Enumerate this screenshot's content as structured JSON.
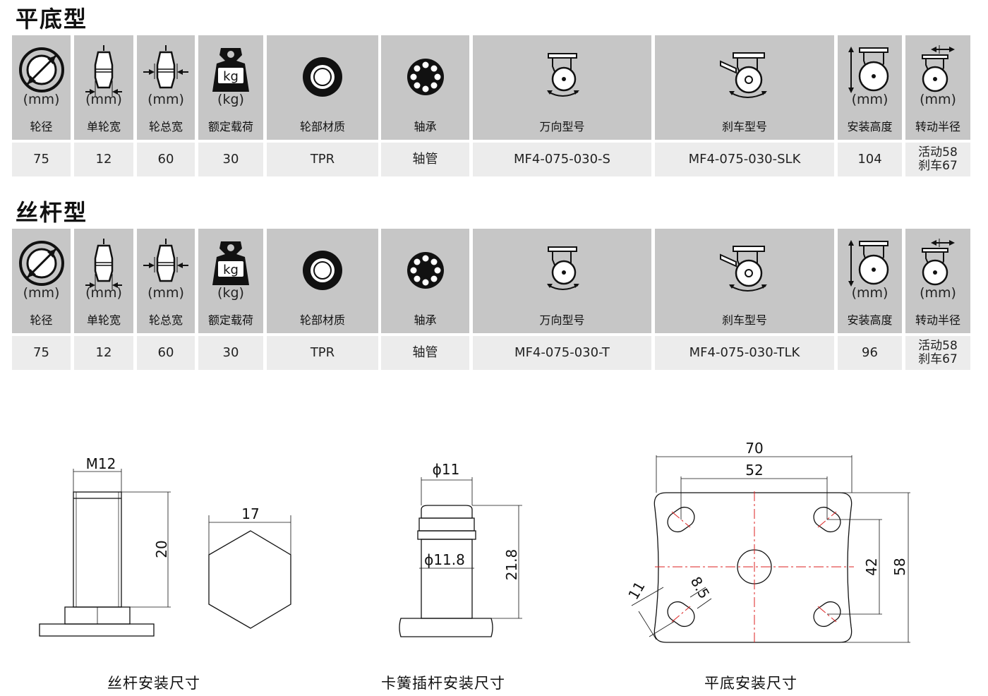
{
  "sections": [
    {
      "title": "平底型",
      "headers": [
        {
          "unit": "(mm)",
          "label": "轮径",
          "icon": "wheel-diameter-icon"
        },
        {
          "unit": "(mm)",
          "label": "单轮宽",
          "icon": "wheel-width-icon"
        },
        {
          "unit": "(mm)",
          "label": "轮总宽",
          "icon": "total-width-icon"
        },
        {
          "unit": "(kg)",
          "label": "额定载荷",
          "icon": "load-weight-icon"
        },
        {
          "label": "轮部材质",
          "icon": "wheel-material-icon"
        },
        {
          "label": "轴承",
          "icon": "bearing-icon"
        },
        {
          "label": "万向型号",
          "icon": "swivel-caster-icon"
        },
        {
          "label": "刹车型号",
          "icon": "brake-caster-icon"
        },
        {
          "unit": "(mm)",
          "label": "安装高度",
          "icon": "mounting-height-icon"
        },
        {
          "unit": "(mm)",
          "label": "转动半径",
          "icon": "swivel-radius-icon"
        }
      ],
      "values": [
        "75",
        "12",
        "60",
        "30",
        "TPR",
        "轴管",
        "MF4-075-030-S",
        "MF4-075-030-SLK",
        "104"
      ],
      "radius": {
        "swivel": "活动58",
        "brake": "刹车67"
      }
    },
    {
      "title": "丝杆型",
      "headers": [
        {
          "unit": "(mm)",
          "label": "轮径",
          "icon": "wheel-diameter-icon"
        },
        {
          "unit": "(mm)",
          "label": "单轮宽",
          "icon": "wheel-width-icon"
        },
        {
          "unit": "(mm)",
          "label": "轮总宽",
          "icon": "total-width-icon"
        },
        {
          "unit": "(kg)",
          "label": "额定载荷",
          "icon": "load-weight-icon"
        },
        {
          "label": "轮部材质",
          "icon": "wheel-material-icon"
        },
        {
          "label": "轴承",
          "icon": "bearing-icon"
        },
        {
          "label": "万向型号",
          "icon": "swivel-caster-icon"
        },
        {
          "label": "刹车型号",
          "icon": "brake-caster-icon"
        },
        {
          "unit": "(mm)",
          "label": "安装高度",
          "icon": "mounting-height-icon"
        },
        {
          "unit": "(mm)",
          "label": "转动半径",
          "icon": "swivel-radius-icon"
        }
      ],
      "values": [
        "75",
        "12",
        "60",
        "30",
        "TPR",
        "轴管",
        "MF4-075-030-T",
        "MF4-075-030-TLK",
        "96"
      ],
      "radius": {
        "swivel": "活动58",
        "brake": "刹车67"
      }
    }
  ],
  "icon_badge": "kg",
  "drawings": {
    "threaded": {
      "caption": "丝杆安装尺寸",
      "thread": "M12",
      "length": "20",
      "hex": "17"
    },
    "clip": {
      "caption": "卡簧插杆安装尺寸",
      "top_dia": "ϕ11",
      "mid_dia": "ϕ11.8",
      "height": "21.8"
    },
    "plate": {
      "caption": "平底安装尺寸",
      "outer_w": "70",
      "inner_w": "52",
      "inner_h": "42",
      "outer_h": "58",
      "slot_len": "11",
      "slot_w": "8.5"
    }
  }
}
